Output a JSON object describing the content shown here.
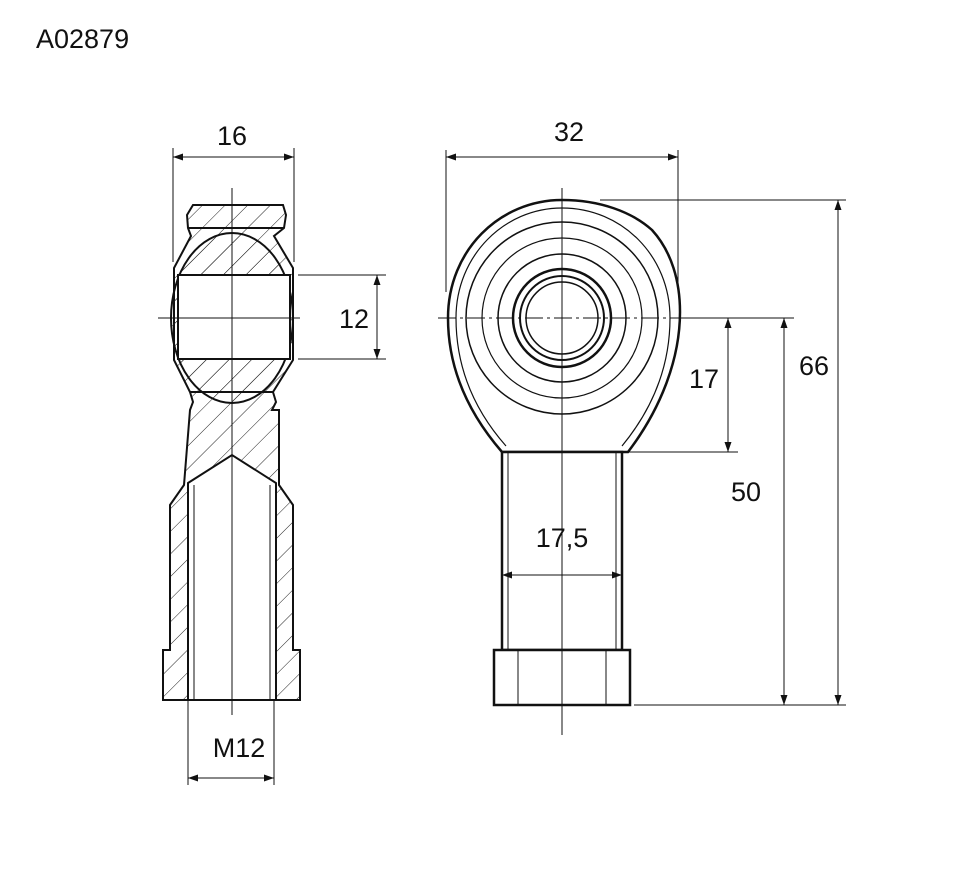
{
  "part_number": "A02879",
  "dimensions": {
    "side_width": "16",
    "bore_diameter": "12",
    "thread": "M12",
    "head_width": "32",
    "overall_length": "66",
    "center_to_end": "50",
    "ball_to_neck": "17",
    "shank_width": "17,5"
  }
}
